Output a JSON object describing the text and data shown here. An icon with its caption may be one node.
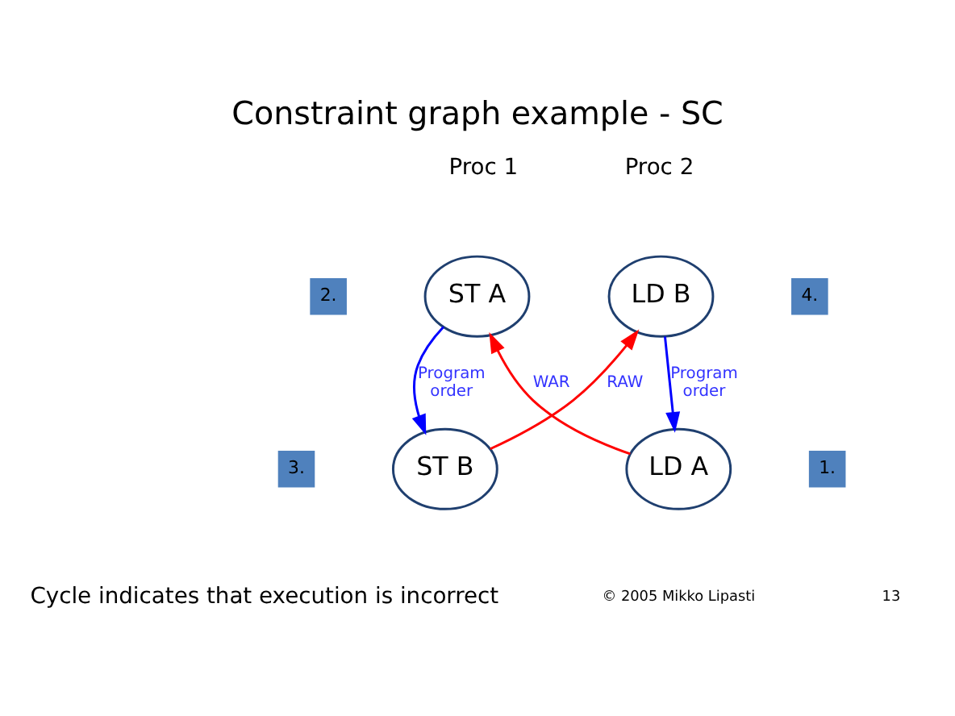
{
  "diagram": {
    "title": "Constraint graph example - SC",
    "nodes": [
      {
        "text": [
          "2."
        ]
      },
      {
        "text": [
          "ST A"
        ]
      },
      {
        "text": [
          "4."
        ]
      },
      {
        "text": [
          "LD B"
        ]
      },
      {
        "text": [
          "ST B"
        ]
      },
      {
        "text": [
          "3."
        ]
      },
      {
        "text": [
          "LD A"
        ]
      },
      {
        "text": [
          "1."
        ]
      }
    ],
    "edges": [
      {
        "from": 1,
        "to": 4,
        "arrow": "to",
        "label": "Program order",
        "color": "#0000ff"
      },
      {
        "from": 3,
        "to": 6,
        "arrow": "to",
        "label": "Program order",
        "color": "#0000ff"
      },
      {
        "from": 4,
        "to": 3,
        "arrow": "to",
        "label": "RAW",
        "color": "#ff0000"
      },
      {
        "from": 6,
        "to": 1,
        "arrow": "to",
        "label": "WAR",
        "color": "#ff0000"
      }
    ],
    "labels": [
      "Proc 1",
      "Proc 2",
      "Cycle indicates that execution is incorrect",
      "© 2005 Mikko Lipasti",
      "13"
    ]
  }
}
